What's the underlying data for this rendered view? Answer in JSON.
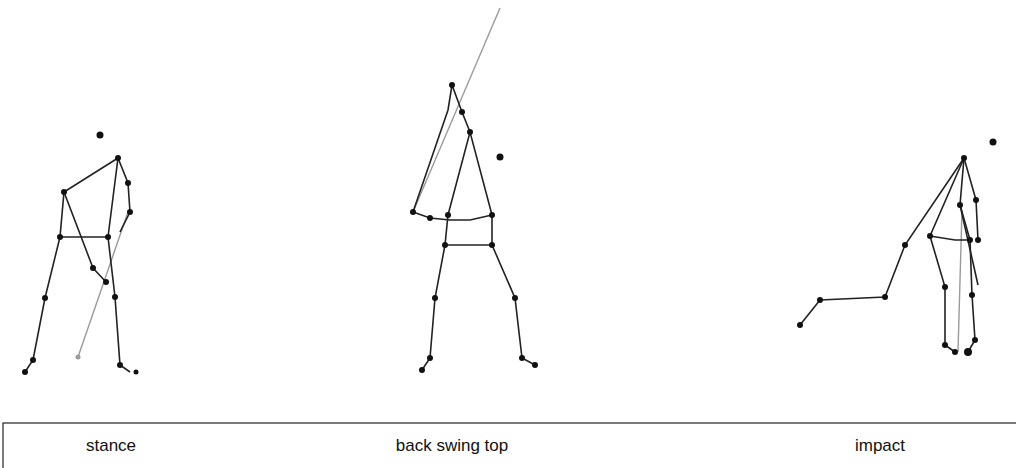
{
  "diagram": {
    "labels": [
      "stance",
      "back swing top",
      "impact"
    ]
  }
}
